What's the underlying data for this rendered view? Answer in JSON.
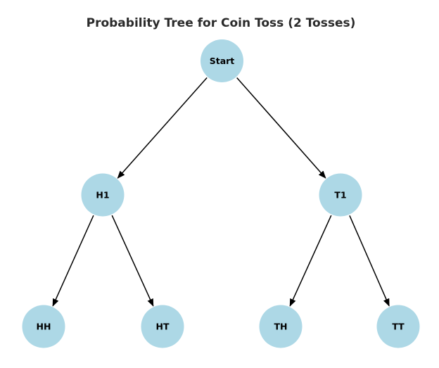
{
  "title": "Probability Tree for Coin Toss (2 Tosses)",
  "diagram": {
    "type": "probability-tree",
    "nodes": [
      {
        "id": "start",
        "label": "Start"
      },
      {
        "id": "h1",
        "label": "H1"
      },
      {
        "id": "t1",
        "label": "T1"
      },
      {
        "id": "hh",
        "label": "HH"
      },
      {
        "id": "ht",
        "label": "HT"
      },
      {
        "id": "th",
        "label": "TH"
      },
      {
        "id": "tt",
        "label": "TT"
      }
    ],
    "edges": [
      {
        "from": "Start",
        "to": "H1"
      },
      {
        "from": "Start",
        "to": "T1"
      },
      {
        "from": "H1",
        "to": "HH"
      },
      {
        "from": "H1",
        "to": "HT"
      },
      {
        "from": "T1",
        "to": "TH"
      },
      {
        "from": "T1",
        "to": "TT"
      }
    ]
  },
  "colors": {
    "background": "#ffffff",
    "node_fill": "#ADD8E6",
    "node_text": "#000000",
    "edge": "#000000",
    "title_text": "#2a2a2a"
  }
}
